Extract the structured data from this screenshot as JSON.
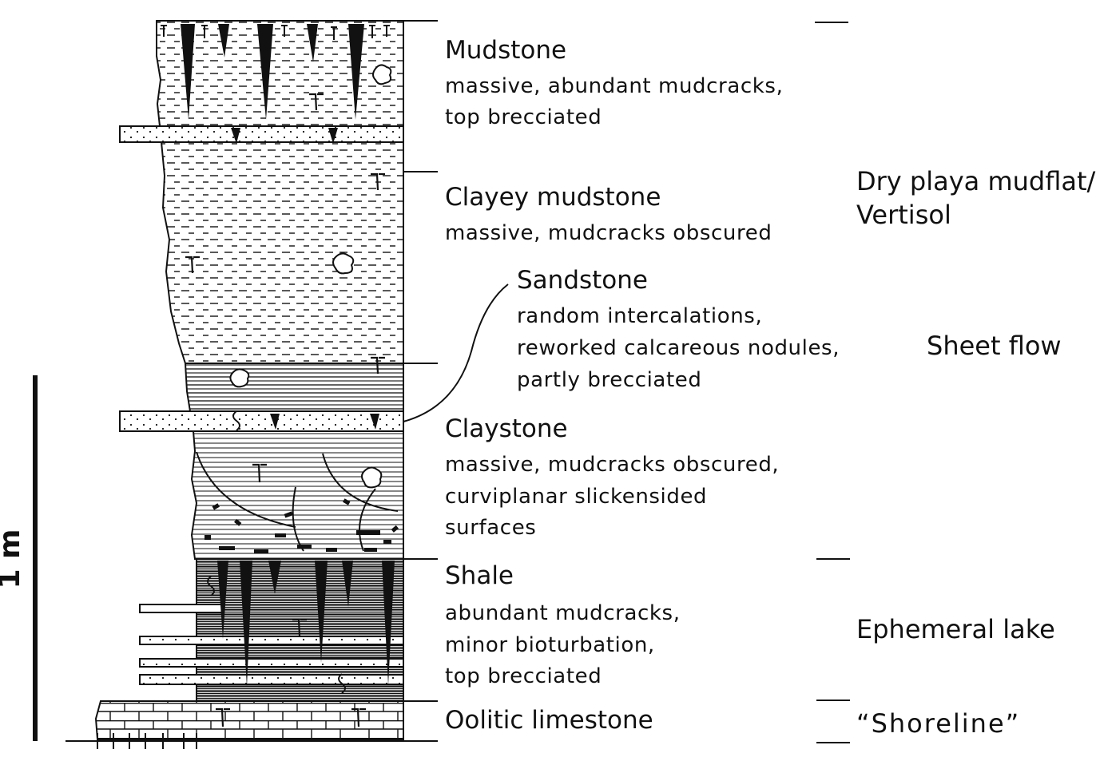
{
  "units": [
    {
      "name": "Mudstone",
      "desc": [
        "massive, abundant mudcracks,",
        "top brecciated"
      ]
    },
    {
      "name": "Clayey mudstone",
      "desc": [
        "massive, mudcracks obscured"
      ]
    },
    {
      "name": "Sandstone",
      "desc": [
        "random intercalations,",
        "reworked calcareous nodules,",
        "partly brecciated"
      ]
    },
    {
      "name": "Claystone",
      "desc": [
        "massive, mudcracks obscured,",
        "curviplanar slickensided",
        "surfaces"
      ]
    },
    {
      "name": "Shale",
      "desc": [
        "abundant mudcracks,",
        "minor bioturbation,",
        "top brecciated"
      ]
    },
    {
      "name": "Oolitic limestone",
      "desc": []
    }
  ],
  "environments": {
    "playa": [
      "Dry playa mudflat/",
      "Vertisol"
    ],
    "sheet_flow": "Sheet flow",
    "lake": "Ephemeral lake",
    "shoreline": "“Shoreline”"
  },
  "scale": {
    "label": "1 m"
  },
  "colors": {
    "ink": "#111111",
    "paper": "#ffffff"
  }
}
